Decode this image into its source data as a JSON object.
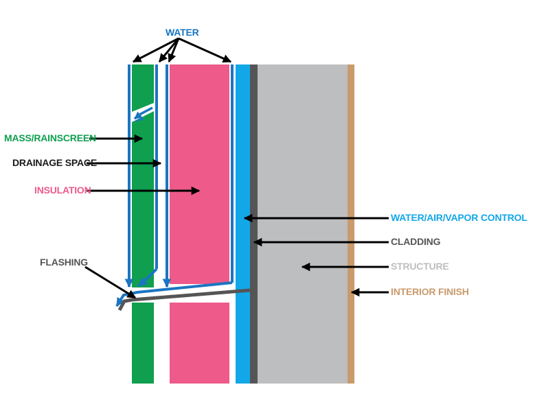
{
  "labels": {
    "water": "WATER",
    "mass_rainscreen": "MASS/RAINSCREEN",
    "drainage_space": "DRAINAGE SPACE",
    "insulation": "INSULATION",
    "wavc": "WATER/AIR/VAPOR CONTROL",
    "cladding": "CLADDING",
    "structure": "STRUCTURE",
    "interior_finish": "INTERIOR FINISH",
    "flashing": "FLASHING"
  },
  "colors": {
    "water": "#1a75c2",
    "mass_rainscreen": "#0f9f4f",
    "drainage_space": "#1a1a1a",
    "insulation": "#ee5a8a",
    "wavc": "#12a7e8",
    "cladding": "#555555",
    "structure": "#bdbec0",
    "interior_finish": "#c99a6b",
    "flashing": "#555555",
    "arrow": "#000000"
  }
}
